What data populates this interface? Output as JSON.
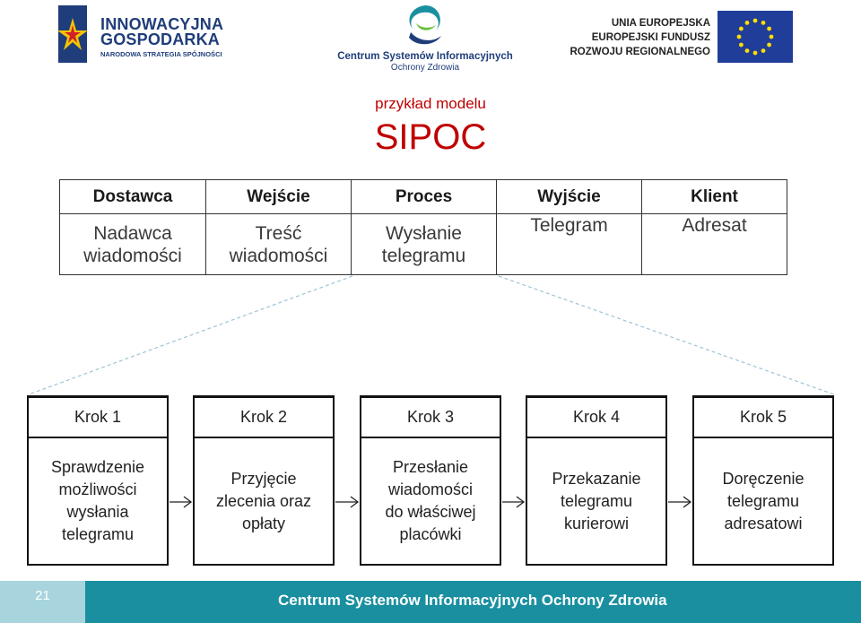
{
  "header": {
    "logo_left": {
      "line1": "INNOWACYJNA",
      "line2": "GOSPODARKA",
      "line3": "NARODOWA STRATEGIA SPÓJNOŚCI"
    },
    "logo_center": {
      "line1": "Centrum Systemów Informacyjnych",
      "line2": "Ochrony Zdrowia"
    },
    "logo_right": {
      "line1": "UNIA EUROPEJSKA",
      "line2": "EUROPEJSKI FUNDUSZ",
      "line3": "ROZWOJU REGIONALNEGO"
    }
  },
  "subtitle": "przykład modelu",
  "title": "SIPOC",
  "sipoc": {
    "headers": [
      "Dostawca",
      "Wejście",
      "Proces",
      "Wyjście",
      "Klient"
    ],
    "cells": [
      [
        "Nadawca",
        "wiadomości"
      ],
      [
        "Treść",
        "wiadomości"
      ],
      [
        "Wysłanie",
        "telegramu"
      ],
      [
        "Telegram"
      ],
      [
        "Adresat"
      ]
    ]
  },
  "steps": [
    {
      "label": "Krok 1",
      "lines": [
        "Sprawdzenie",
        "możliwości",
        "wysłania",
        "telegramu"
      ]
    },
    {
      "label": "Krok 2",
      "lines": [
        "Przyjęcie",
        "zlecenia oraz",
        "opłaty"
      ]
    },
    {
      "label": "Krok 3",
      "lines": [
        "Przesłanie",
        "wiadomości",
        "do właściwej",
        "placówki"
      ]
    },
    {
      "label": "Krok 4",
      "lines": [
        "Przekazanie",
        "telegramu",
        "kurierowi"
      ]
    },
    {
      "label": "Krok 5",
      "lines": [
        "Doręczenie",
        "telegramu",
        "adresatowi"
      ]
    }
  ],
  "footer": {
    "page_number": "21",
    "text": "Centrum Systemów Informacyjnych Ochrony Zdrowia"
  },
  "colors": {
    "title_red": "#c00000",
    "footer_teal": "#1a8fa0",
    "footer_light": "#a8d4dd",
    "guide_line": "#9fc4d4"
  }
}
